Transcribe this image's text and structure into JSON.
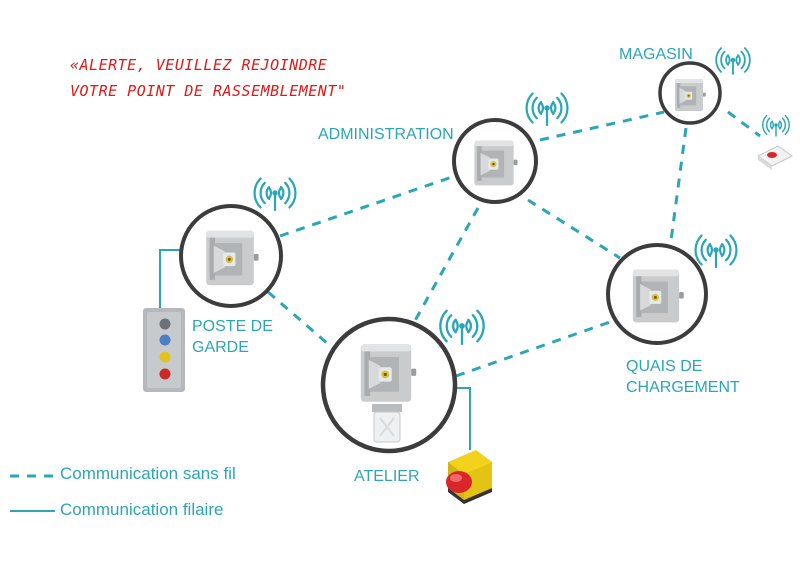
{
  "alert_message": {
    "line1": "«ALERTE, VEUILLEZ REJOINDRE",
    "line2": "VOTRE POINT DE RASSEMBLEMENT\""
  },
  "nodes": {
    "magasin": "MAGASIN",
    "administration": "ADMINISTRATION",
    "poste_de_garde": [
      "POSTE DE",
      "GARDE"
    ],
    "quais_de_chargement": [
      "QUAIS DE",
      "CHARGEMENT"
    ],
    "atelier": "ATELIER"
  },
  "legend": {
    "wireless": "Communication sans fil",
    "wired": "Communication filaire"
  },
  "colors": {
    "accent": "#2aa6b7",
    "alert": "#e01818",
    "ring": "#3c3c3c",
    "device": "#b9bcbf"
  },
  "icons": [
    "wifi-icon",
    "siren-icon",
    "push-button-station-icon",
    "emergency-stop-button-icon",
    "remote-button-icon",
    "strobe-light-icon"
  ]
}
